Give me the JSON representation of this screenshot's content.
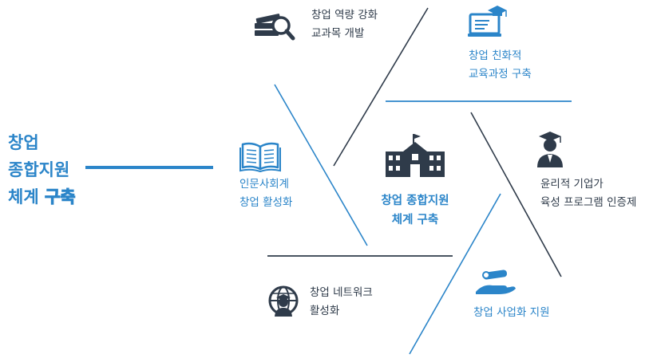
{
  "main_title": {
    "line1": "창업",
    "line2": "종합지원",
    "line3_a": "체계",
    "line3_b": "구축"
  },
  "center": {
    "line1": "창업 종합지원",
    "line2": "체계 구축",
    "icon": "school-building-icon"
  },
  "items": [
    {
      "line1": "창업 역량 강화",
      "line2": "교과목 개발",
      "icon": "book-magnifier-icon"
    },
    {
      "line1": "창업 친화적",
      "line2": "교육과정 구축",
      "icon": "laptop-graduation-icon"
    },
    {
      "line1": "윤리적 기업가",
      "line2": "육성 프로그램 인증제",
      "icon": "graduate-person-icon"
    },
    {
      "line1": "창업 사업화 지원",
      "icon": "hand-diploma-icon"
    },
    {
      "line1": "창업 네트워크",
      "line2": "활성화",
      "icon": "globe-graduate-icon"
    },
    {
      "line1": "인문사회계",
      "line2": "창업 활성화",
      "icon": "open-book-icon"
    }
  ],
  "colors": {
    "blue": "#2b85c9",
    "dark": "#2f3b4a"
  }
}
